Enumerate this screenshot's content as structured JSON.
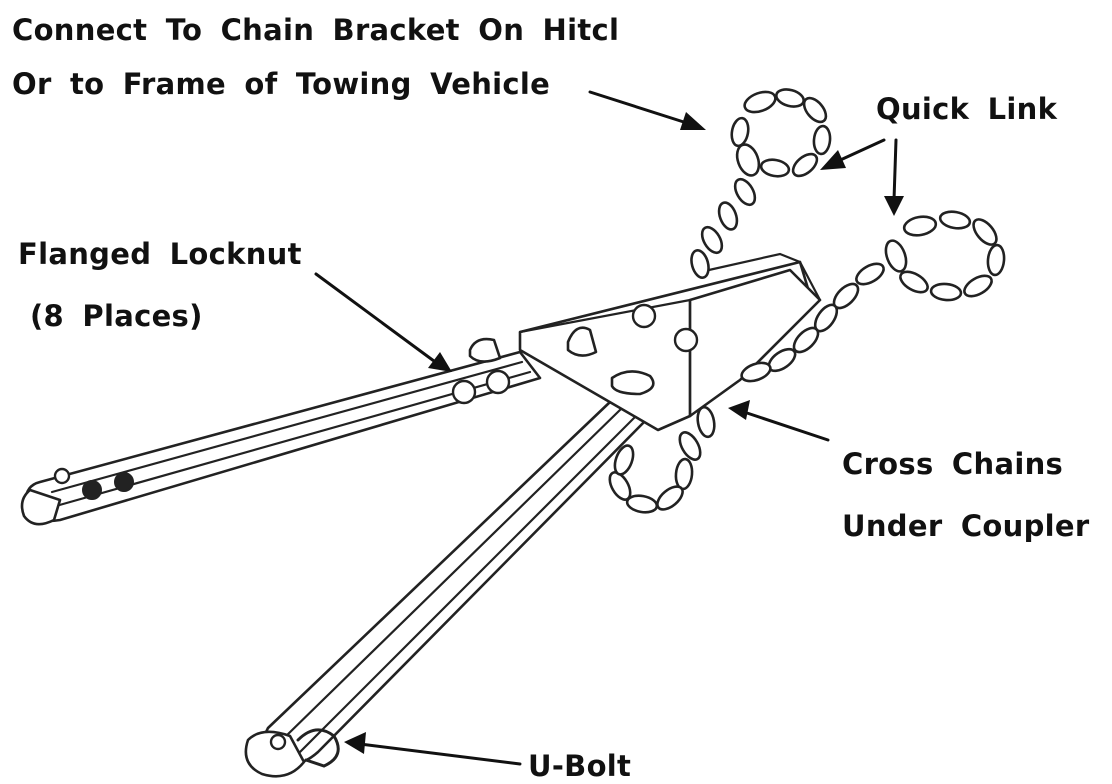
{
  "labels": {
    "connect_line1": "Connect To Chain Bracket On Hitcl",
    "connect_line2": "Or to Frame of Towing Vehicle",
    "quick_link": "Quick Link",
    "flanged_line1": "Flanged Locknut",
    "flanged_line2": "(8 Places)",
    "cross_line1": "Cross Chains",
    "cross_line2": "Under Coupler",
    "u_bolt": "U-Bolt"
  },
  "colors": {
    "ink": "#222222",
    "background": "#ffffff"
  }
}
